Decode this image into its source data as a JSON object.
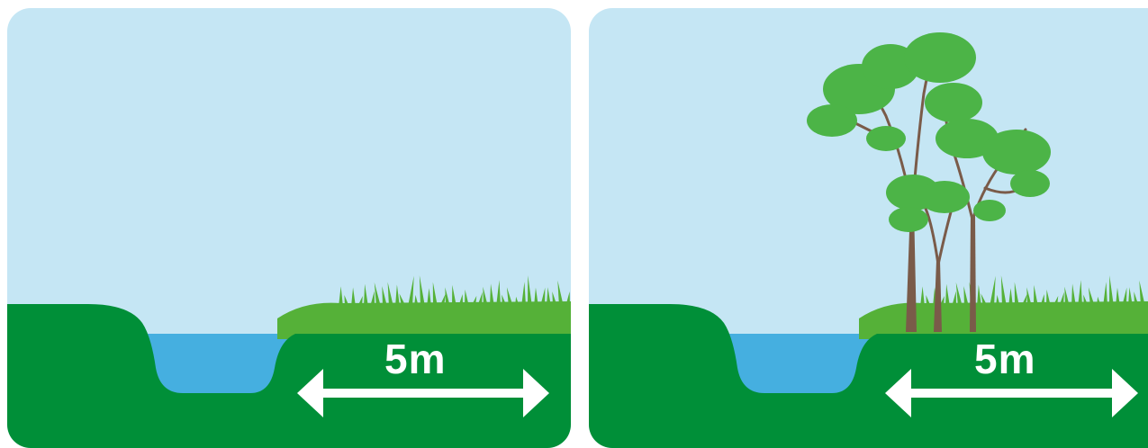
{
  "colors": {
    "sky": "#c5e6f4",
    "water": "#45afe0",
    "ground": "#008f38",
    "grass": "#55b138",
    "leaf": "#4cb447",
    "trunk": "#7a5b49",
    "arrow": "#ffffff"
  },
  "panels": [
    {
      "id": "without-trees",
      "distance_label": "5m"
    },
    {
      "id": "with-trees",
      "distance_label": "5m"
    }
  ]
}
